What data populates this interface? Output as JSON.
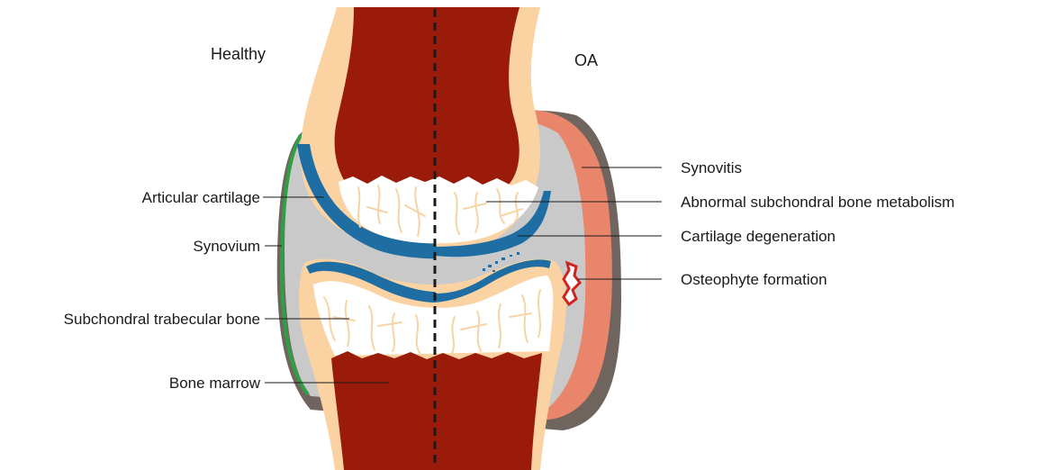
{
  "headings": {
    "healthy": "Healthy",
    "oa": "OA"
  },
  "labels_left": {
    "articular_cartilage": "Articular cartilage",
    "synovium": "Synovium",
    "subchondral_trabecular_bone": "Subchondral trabecular bone",
    "bone_marrow": "Bone marrow"
  },
  "labels_right": {
    "synovitis": "Synovitis",
    "abnormal_subchondral_bone": "Abnormal subchondral bone metabolism",
    "cartilage_degeneration": "Cartilage degeneration",
    "osteophyte_formation": "Osteophyte formation"
  },
  "colors": {
    "bone_marrow": "#9b1b0a",
    "bone_cortex": "#fbd3a3",
    "cartilage": "#1f6ea3",
    "synovial_space": "#c9c9c9",
    "capsule": "#6f645e",
    "synovium": "#2ea043",
    "synovitis": "#e8856b",
    "osteophyte": "#d0231f",
    "trabecular_bone": "#ffffff"
  }
}
